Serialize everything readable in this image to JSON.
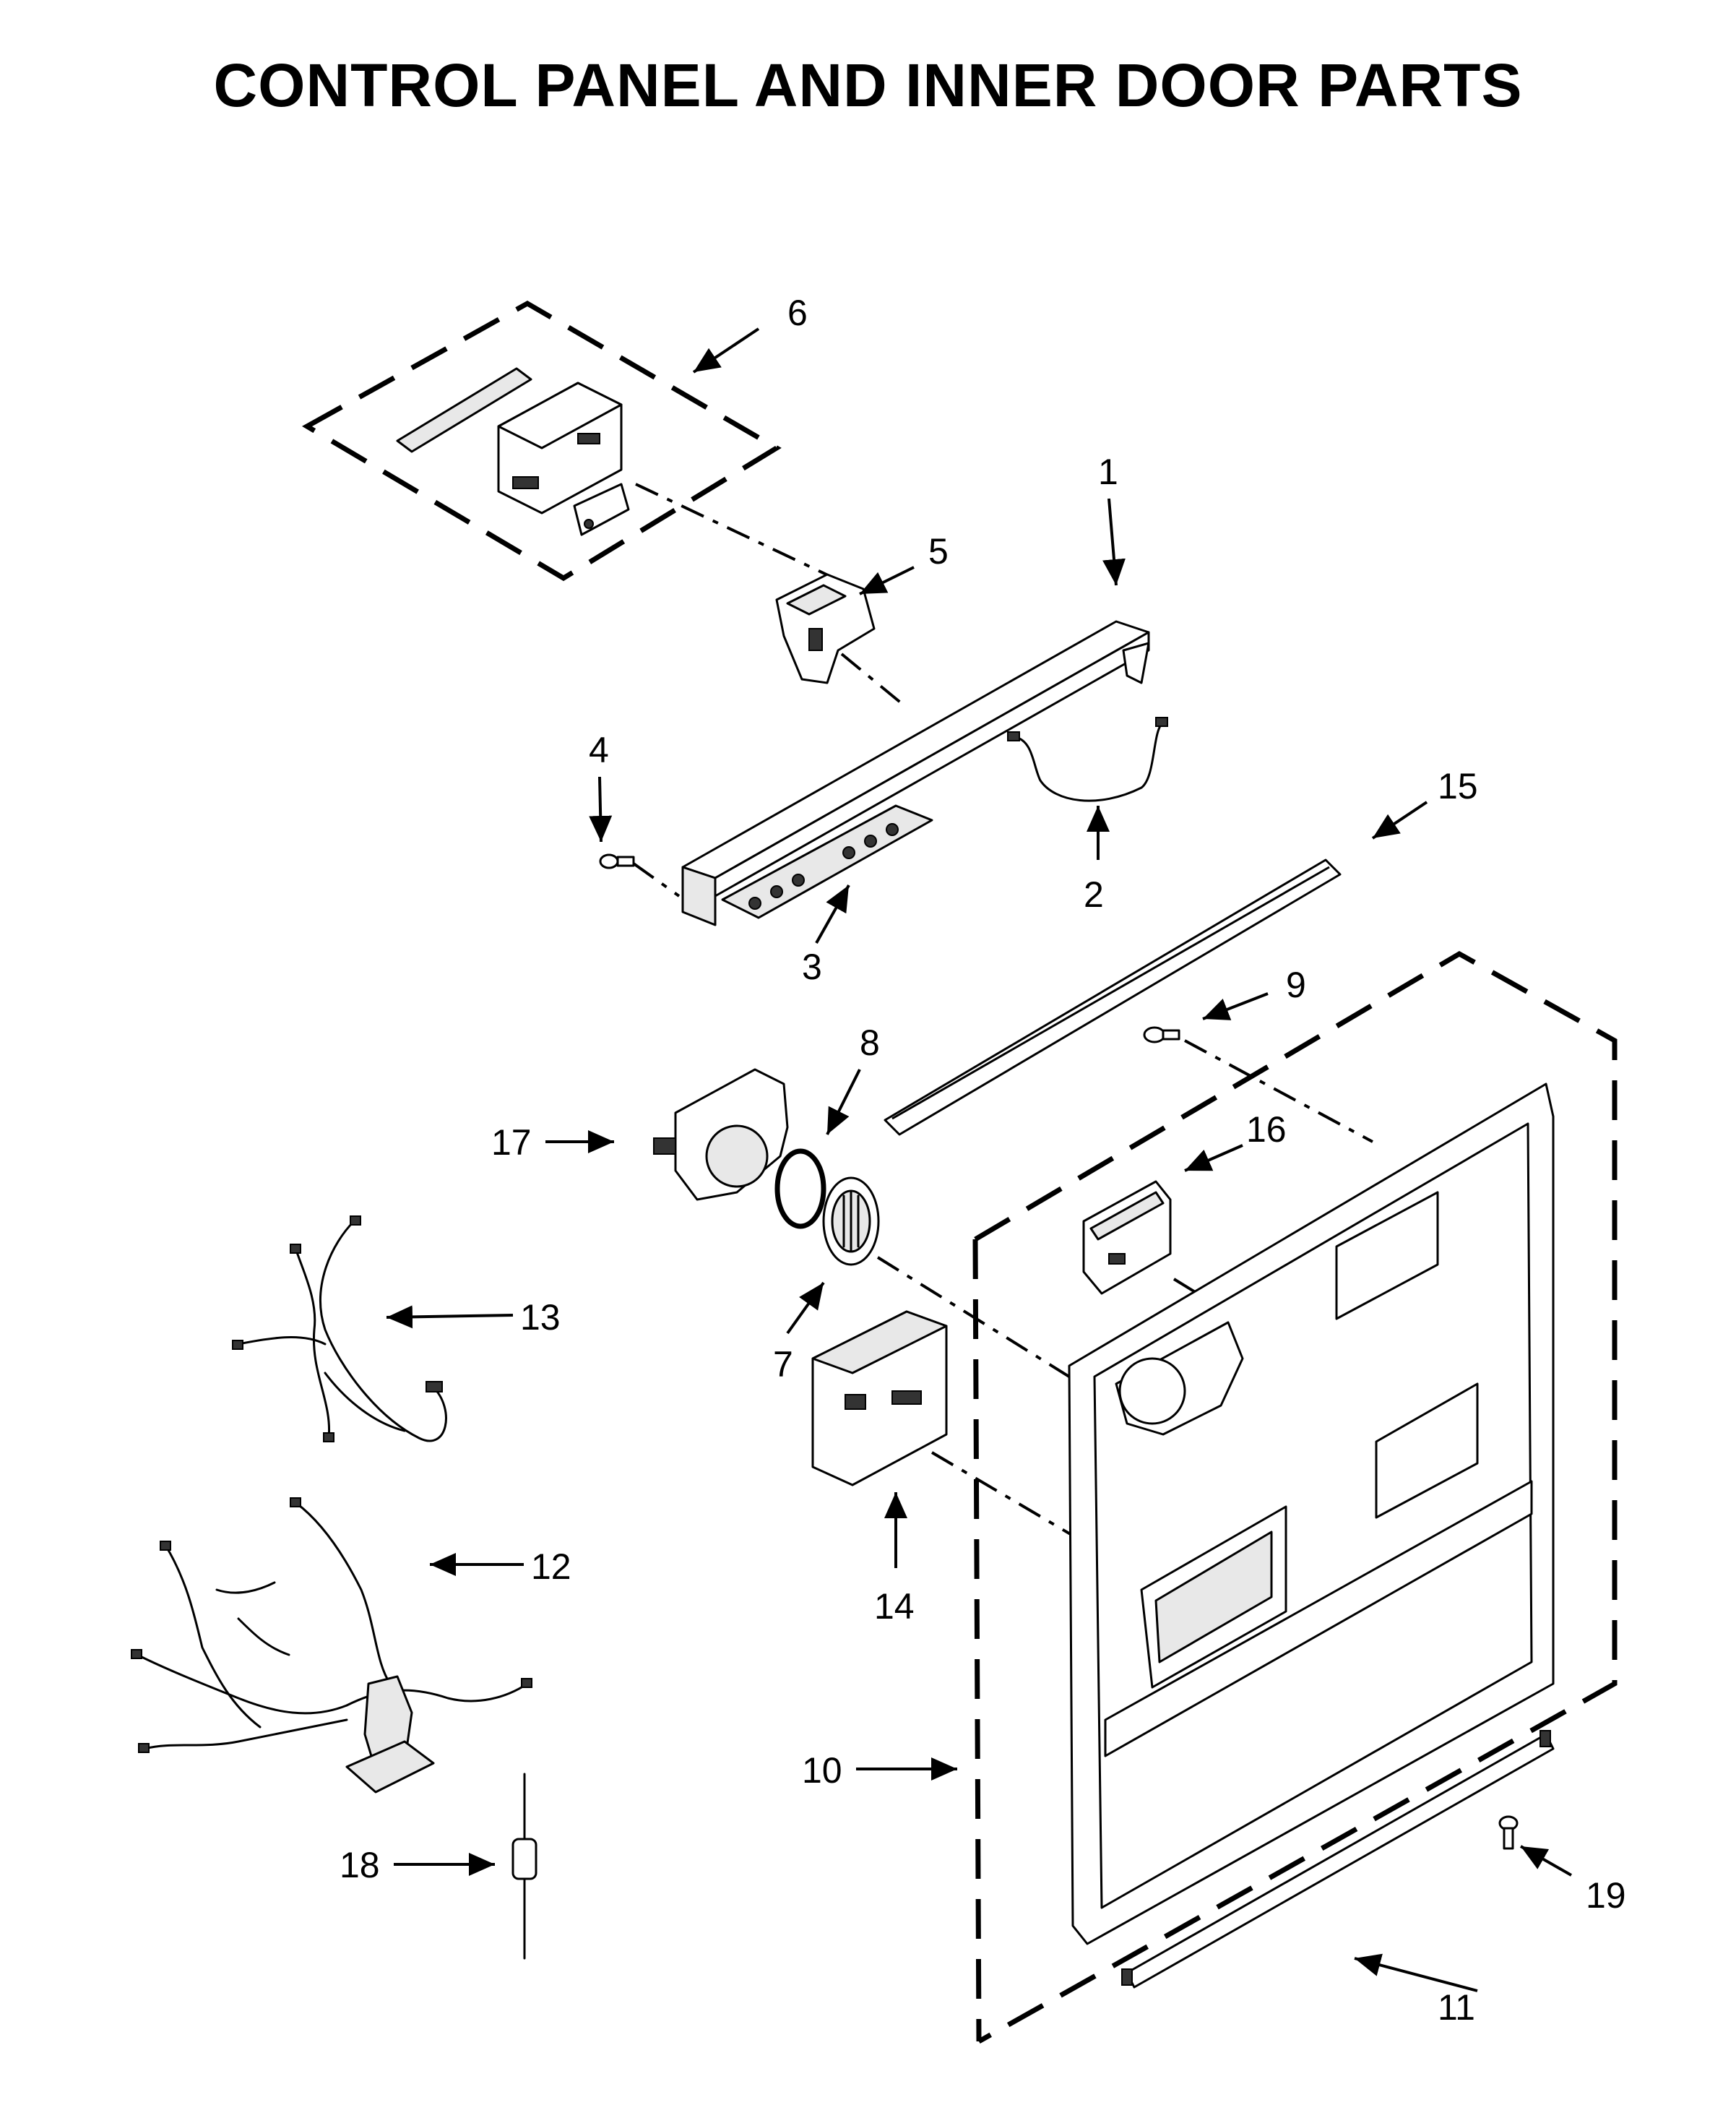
{
  "title": "CONTROL PANEL AND INNER DOOR PARTS",
  "callouts": {
    "c1": "1",
    "c2": "2",
    "c3": "3",
    "c4": "4",
    "c5": "5",
    "c6": "6",
    "c7": "7",
    "c8": "8",
    "c9": "9",
    "c10": "10",
    "c11": "11",
    "c12": "12",
    "c13": "13",
    "c14": "14",
    "c15": "15",
    "c16": "16",
    "c17": "17",
    "c18": "18",
    "c19": "19"
  }
}
